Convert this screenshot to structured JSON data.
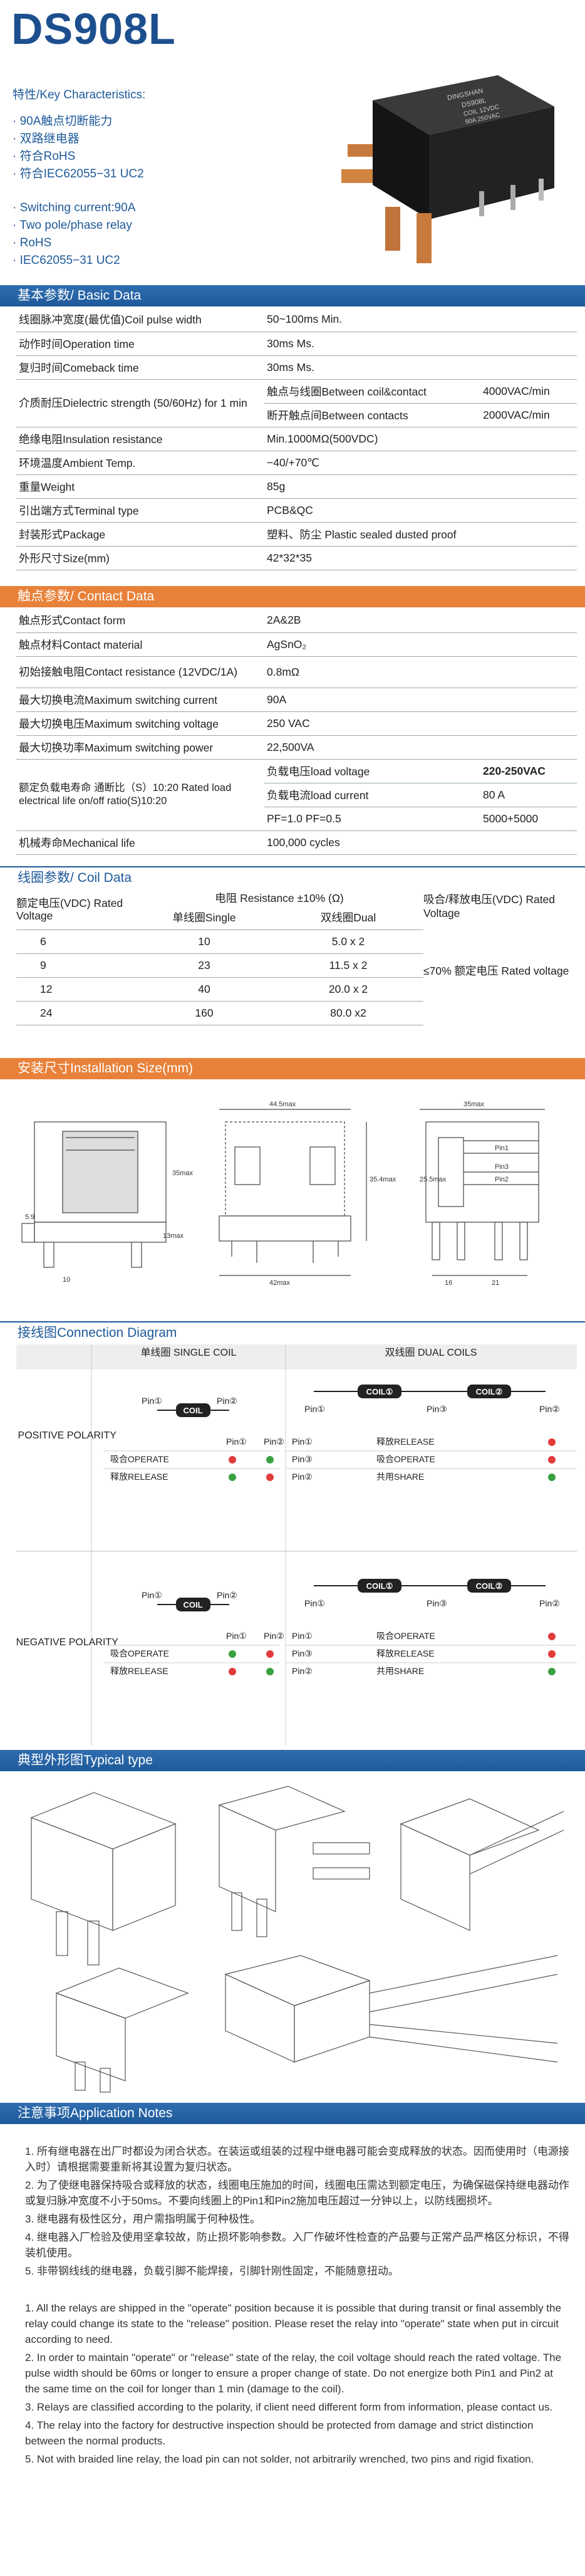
{
  "model": "DS908L",
  "key": {
    "heading": "特性/Key Characteristics:",
    "cn": [
      "· 90A触点切断能力",
      "· 双路继电器",
      "· 符合RoHS",
      "· 符合IEC62055−31 UC2"
    ],
    "en": [
      "· Switching current:90A",
      "· Two pole/phase relay",
      "· RoHS",
      "· IEC62055−31 UC2"
    ]
  },
  "relay_label": {
    "brand": "DINGSHAN",
    "l1": "DS908L",
    "l2": "COIL 12VDC",
    "l3": "90A 250VAC"
  },
  "sections": {
    "basic": "基本参数/ Basic  Data",
    "contact": "触点参数/ Contact Data",
    "coil": "线圈参数/ Coil  Data",
    "install": "安装尺寸Installation Size(mm)",
    "wiring": "接线图Connection Diagram",
    "typical": "典型外形图Typical type",
    "notes": "注意事项Application Notes"
  },
  "basic": [
    [
      "线圈脉冲宽度(最优值)Coil pulse width",
      "50~100ms Min.",
      ""
    ],
    [
      "动作时间Operation time",
      "30ms Ms.",
      ""
    ],
    [
      "复归时间Comeback time",
      "30ms Ms.",
      ""
    ],
    [
      "介质耐压Dielectric strength (50/60Hz) for 1 min",
      "触点与线圈Between coil&contact",
      "4000VAC/min"
    ],
    [
      "",
      "断开触点间Between contacts",
      "2000VAC/min"
    ],
    [
      "绝缘电阻Insulation resistance",
      "Min.1000MΩ(500VDC)",
      ""
    ],
    [
      "环境温度Ambient Temp.",
      "−40/+70℃",
      ""
    ],
    [
      "重量Weight",
      "85g",
      ""
    ],
    [
      "引出端方式Terminal type",
      "PCB&QC",
      ""
    ],
    [
      "封装形式Package",
      "塑料、防尘  Plastic sealed dusted proof",
      ""
    ],
    [
      "外形尺寸Size(mm)",
      "42*32*35",
      ""
    ]
  ],
  "contact": [
    [
      "触点形式Contact form",
      "2A&2B",
      ""
    ],
    [
      "触点材料Contact material",
      "AgSnO₂",
      ""
    ],
    [
      "初始接触电阻Contact resistance (12VDC/1A)",
      "0.8mΩ",
      ""
    ],
    [
      "最大切换电流Maximum switching current",
      "90A",
      ""
    ],
    [
      "最大切换电压Maximum switching voltage",
      "250 VAC",
      ""
    ],
    [
      "最大切换功率Maximum switching power",
      "22,500VA",
      ""
    ]
  ],
  "life": {
    "label": "额定负载电寿命 通断比（S）10:20 Rated load electrical life on/off ratio(S)10:20",
    "rows": [
      [
        "负载电压load voltage",
        "220-250VAC"
      ],
      [
        "负载电流load current",
        "80 A"
      ],
      [
        "PF=1.0  PF=0.5",
        "5000+5000"
      ]
    ]
  },
  "mech": [
    "机械寿命Mechanical life",
    "100,000 cycles"
  ],
  "coil": {
    "h_voltage": "额定电压(VDC) Rated Voltage",
    "h_res": "电阻 Resistance ±10% (Ω)",
    "h_single": "单线圈Single",
    "h_dual": "双线圈Dual",
    "h_release": "吸合/释放电压(VDC) Rated Voltage",
    "rows": [
      [
        "6",
        "10",
        "5.0 x 2"
      ],
      [
        "9",
        "23",
        "11.5 x 2"
      ],
      [
        "12",
        "40",
        "20.0 x 2"
      ],
      [
        "24",
        "160",
        "80.0 x2"
      ]
    ],
    "release": "≤70% 额定电压 Rated voltage"
  },
  "dims": {
    "a": "44.5max",
    "b": "35max",
    "c": "13max",
    "d": "35.4max",
    "e": "35max",
    "f": "42max",
    "g": "5.9",
    "h": "10",
    "i": "25.5max",
    "pin1": "Pin1",
    "pin2": "Pin2",
    "pin3": "Pin3",
    "m": "16",
    "n": "21"
  },
  "wiring": {
    "single": "单线圈 SINGLE COIL",
    "dual": "双线圈 DUAL COILS",
    "positive": "正极性 POSITIVE POLARITY",
    "negative": "反极性 NEGATIVE POLARITY",
    "coil": "COIL",
    "coil1": "COIL①",
    "coil2": "COIL②",
    "pin1": "Pin①",
    "pin2": "Pin②",
    "pin3": "Pin③",
    "operate": "吸合OPERATE",
    "release": "释放RELEASE",
    "share": "共用SHARE"
  },
  "notes_cn": [
    "1. 所有继电器在出厂时都设为闭合状态。在装运或组装的过程中继电器可能会变成释放的状态。因而使用时（电源接入时）请根据需要重新将其设置为复归状态。",
    "2. 为了使继电器保持吸合或释放的状态，线圈电压施加的时间，线圈电压需达到额定电压，为确保磁保持继电器动作或复归脉冲宽度不小于50ms。不要向线圈上的Pin1和Pin2施加电压超过一分钟以上，以防线圈损坏。",
    "3. 继电器有极性区分，用户需指明属于何种极性。",
    "4. 继电器入厂检验及使用坚拿较故，防止损坏影响参数。入厂作破坏性检查的产品要与正常产品严格区分标识，不得装机使用。",
    "5. 非带钢线线的继电器，负载引脚不能焊接，引脚针刚性固定，不能随意扭动。"
  ],
  "notes_en": [
    "1. All the relays are shipped in the \"operate\" position because it is possible that during transit or final assembly the relay could change its state to the \"release\" position. Please reset the relay into \"operate\" state when put in circuit according to need.",
    "2. In order to maintain \"operate\" or \"release\" state of the relay, the coil voltage should reach the rated voltage. The pulse width should be 60ms or longer to ensure a proper change of state. Do not energize both Pin1 and Pin2 at the same time on the coil for longer than 1 min (damage to the coil).",
    "3. Relays are classified according to the polarity, if client need different form from information, please contact us.",
    "4. The relay into the factory for destructive inspection should be protected from damage and strict distinction between the normal products.",
    "5. Not with braided line relay, the load pin can not solder, not arbitrarily wrenched, two pins and rigid fixation."
  ]
}
